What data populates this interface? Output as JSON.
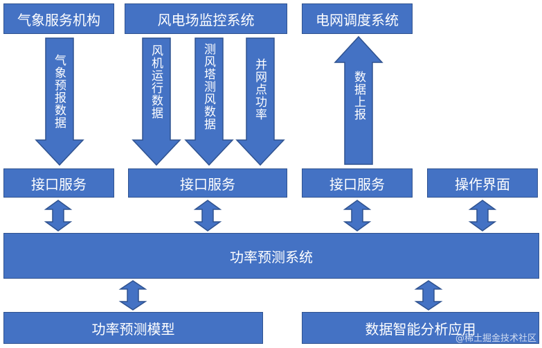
{
  "top": {
    "weather": "气象服务机构",
    "monitor": "风电场监控系统",
    "grid": "电网调度系统"
  },
  "arrows": {
    "weather_data": "气象预报数据",
    "turbine_data": "风机运行数据",
    "mast_data": "测风塔测风数据",
    "grid_power": "并网点功率",
    "upload": "数据上报"
  },
  "interfaces": {
    "left": "接口服务",
    "middle": "接口服务",
    "right": "接口服务",
    "ui": "操作界面"
  },
  "core": {
    "system": "功率预测系统"
  },
  "bottom": {
    "model": "功率预测模型",
    "analytics": "数据智能分析应用"
  },
  "watermark": "@稀土掘金技术社区",
  "colors": {
    "fill": "#4472c4",
    "stroke": "#2f528f",
    "text": "#ffffff"
  }
}
